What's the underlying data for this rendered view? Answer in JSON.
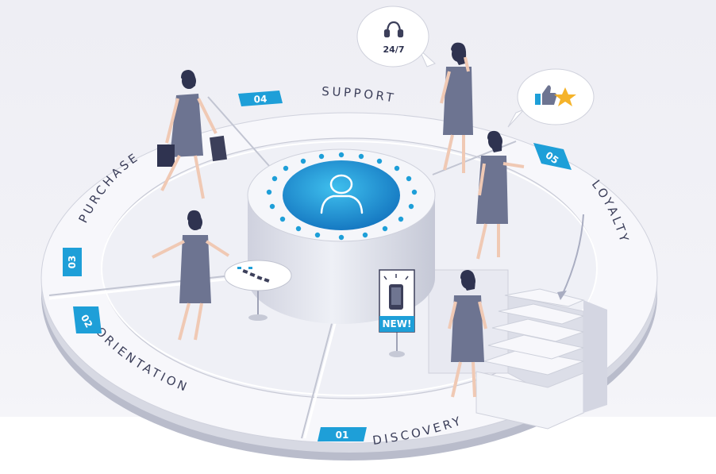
{
  "stages": [
    {
      "number": "01",
      "label": "DISCOVERY"
    },
    {
      "number": "02",
      "label": "ORIENTATION"
    },
    {
      "number": "03",
      "label": "PURCHASE"
    },
    {
      "number": "04",
      "label": "SUPPORT"
    },
    {
      "number": "05",
      "label": "LOYALTY"
    }
  ],
  "support_bubble_text": "24/7",
  "new_sign_text": "NEW!",
  "icons": {
    "center": "customer-person-icon",
    "support": "headset-icon",
    "loyalty": [
      "thumbs-up-icon",
      "star-icon"
    ]
  },
  "colors": {
    "accent": "#1e9fd8",
    "accent_light": "#3fc0ee",
    "figure": "#6d7491",
    "star": "#f5b32a",
    "text": "#3c3f5a"
  }
}
